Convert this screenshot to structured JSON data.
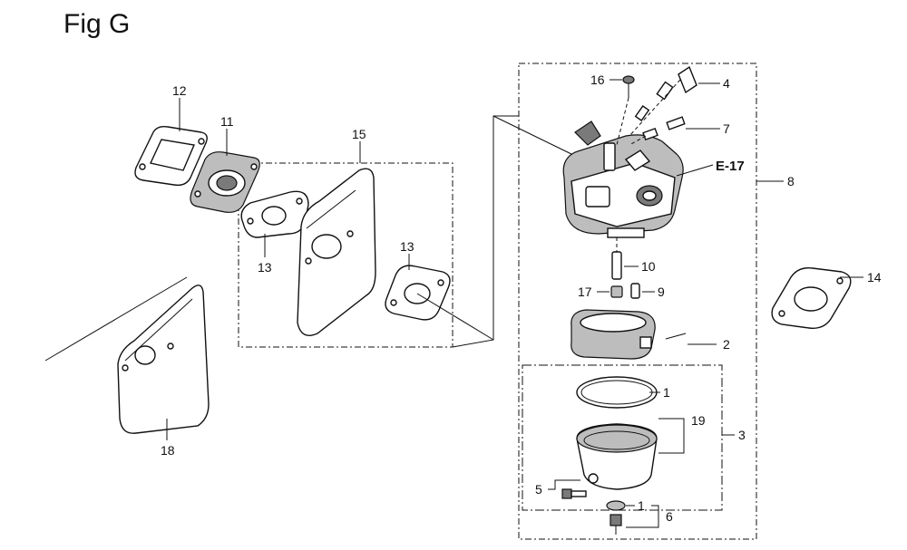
{
  "figure": {
    "title": "Fig G"
  },
  "reference": {
    "label": "E-17"
  },
  "callouts": {
    "n1a": "1",
    "n1b": "1",
    "n2": "2",
    "n3": "3",
    "n4": "4",
    "n5": "5",
    "n6": "6",
    "n7": "7",
    "n8": "8",
    "n9": "9",
    "n10": "10",
    "n11": "11",
    "n12": "12",
    "n13a": "13",
    "n13b": "13",
    "n14": "14",
    "n15": "15",
    "n16": "16",
    "n17": "17",
    "n18": "18",
    "n19": "19"
  }
}
